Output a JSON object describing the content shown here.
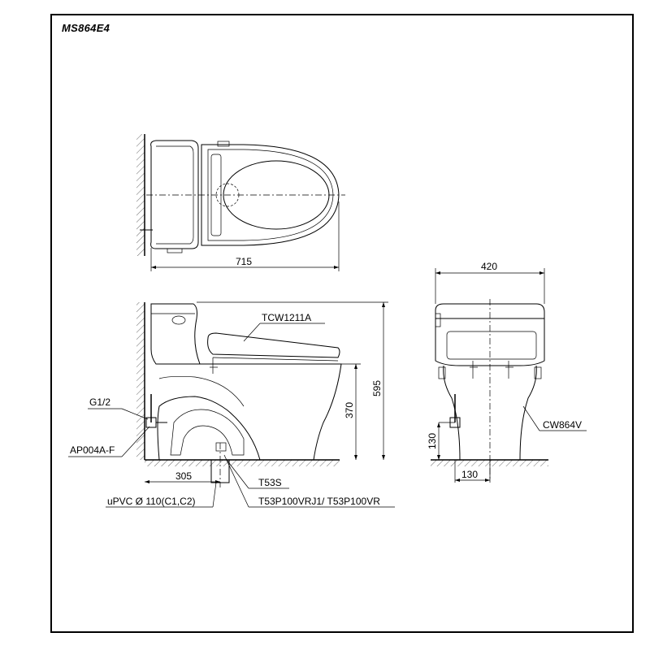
{
  "model_code": "MS864E4",
  "labels": {
    "top_width": "715",
    "side_width": "420",
    "height_total": "595",
    "height_seat": "370",
    "height_inlet_side": "130",
    "height_inlet_front": "130",
    "rough_in": "305",
    "front_offset": "130",
    "seat_model": "TCW1211A",
    "valve_size": "G1/2",
    "angle_valve": "AP004A-F",
    "flange": "T53S",
    "flange_alt": "T53P100VRJ1/ T53P100VR",
    "pipe": "uPVC Ø 110(C1,C2)",
    "body_model": "CW864V"
  }
}
